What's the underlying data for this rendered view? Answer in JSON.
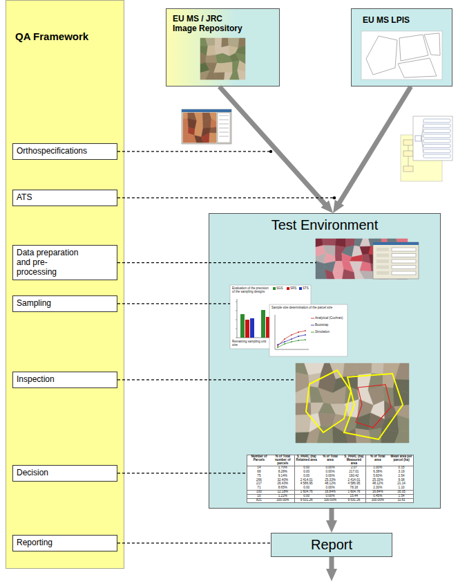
{
  "diagram": {
    "nodes": [
      {
        "text": [
          "QA Framework"
        ]
      },
      {
        "text": [
          "Orthospecifications"
        ],
        "in": 0
      },
      {
        "text": [
          "ATS"
        ],
        "in": 0
      },
      {
        "text": [
          "Data preparation and pre-processing"
        ],
        "in": 0
      },
      {
        "text": [
          "Sampling"
        ],
        "in": 0
      },
      {
        "text": [
          "Inspection"
        ],
        "in": 0
      },
      {
        "text": [
          "Decision"
        ],
        "in": 0
      },
      {
        "text": [
          "Reporting"
        ],
        "in": 0
      },
      {
        "text": [
          "EU MS / JRC Image Repository"
        ]
      },
      {
        "text": [
          "EU MS LPIS"
        ]
      },
      {
        "text": [
          "Test Environment"
        ]
      },
      {
        "text": [
          "Report"
        ]
      }
    ],
    "edges": [
      {
        "from": 8,
        "to": 10,
        "arrow": "to"
      },
      {
        "from": 9,
        "to": 10,
        "arrow": "to"
      },
      {
        "from": 10,
        "to": 11,
        "arrow": "to"
      },
      {
        "from": 3,
        "to": 10,
        "arrow": "none"
      },
      {
        "from": 4,
        "to": 10,
        "arrow": "none"
      },
      {
        "from": 5,
        "to": 10,
        "arrow": "none"
      },
      {
        "from": 6,
        "to": 10,
        "arrow": "none"
      },
      {
        "from": 7,
        "to": 11,
        "arrow": "none"
      }
    ],
    "labels": [
      "Evaluation of the precision of the sampling designs",
      "SGS",
      "SRS",
      "STS",
      "Remaining sampling unit size",
      "Sample size determination of the parcel size",
      "Analytical (Cochran)",
      "Bootstrap",
      "Simulation",
      "Number of Parcels",
      "% of Total number of parcels",
      "S_PARC (ha) Retained area",
      "% of Total area",
      "S_PARC (ha) Measured area",
      "% of Total area",
      "Mean area per parcel (ha)",
      "14",
      "1.70%",
      "0.00",
      "0.00%",
      "2.07",
      "1.00%",
      "0.15",
      "68",
      "8.28%",
      "0.00",
      "0.00%",
      "217.01",
      "6.38%",
      "3.19",
      "75",
      "9.14%",
      "0.00",
      "0.00%",
      "190.42",
      "5.60%",
      "2.54",
      "266",
      "32.40%",
      "2 414.01",
      "25.33%",
      "2 414.01",
      "25.33%",
      "9.08",
      "217",
      "26.43%",
      "4 586.95",
      "48.12%",
      "4 586.95",
      "48.12%",
      "21.14",
      "71",
      "8.65%",
      "0.00",
      "0.00%",
      "78.18",
      "2.30%",
      "1.10",
      "100",
      "12.18%",
      "1 604.76",
      "16.84%",
      "1 604.76",
      "16.84%",
      "16.05",
      "10",
      "1.22%",
      "0.00",
      "0.00%",
      "15.44",
      "0.45%",
      "1.54",
      "821",
      "100.00%",
      "9 531.26",
      "100.00%",
      "9 531.26",
      "100.00%",
      "11.61"
    ]
  }
}
